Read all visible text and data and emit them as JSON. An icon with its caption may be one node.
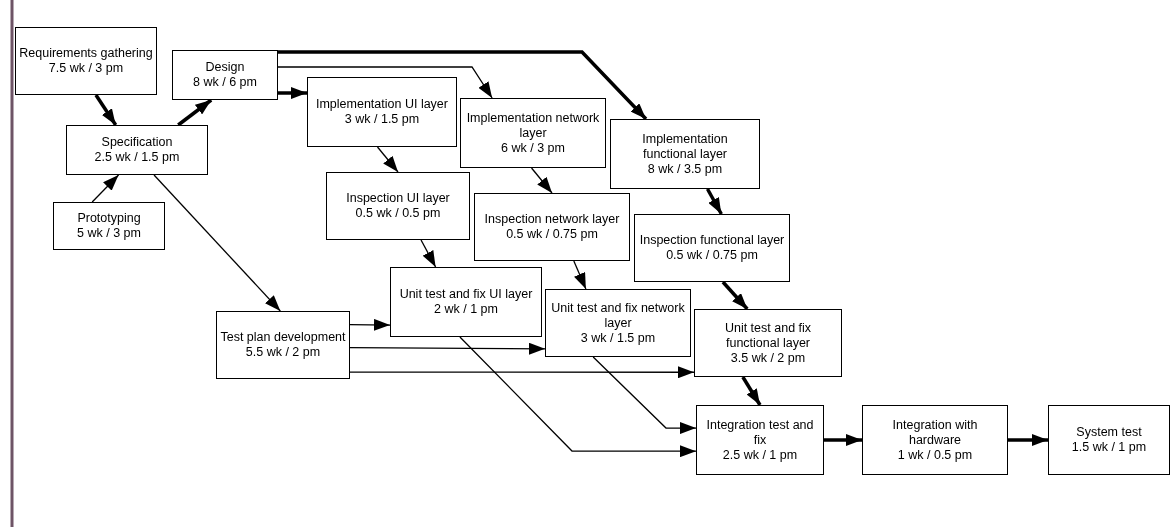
{
  "diagram": {
    "nodes": [
      {
        "text": [
          "Requirements gathering",
          "7.5 wk / 3 pm"
        ]
      },
      {
        "text": [
          "Design",
          "8 wk / 6 pm"
        ]
      },
      {
        "text": [
          "Specification",
          "2.5 wk / 1.5 pm"
        ]
      },
      {
        "text": [
          "Implementation UI layer",
          "3 wk / 1.5 pm"
        ]
      },
      {
        "text": [
          "Implementation network layer",
          "6 wk / 3 pm"
        ]
      },
      {
        "text": [
          "Implementation functional layer",
          "8 wk / 3.5 pm"
        ]
      },
      {
        "text": [
          "Prototyping",
          "5 wk / 3 pm"
        ]
      },
      {
        "text": [
          "Inspection UI layer",
          "0.5 wk / 0.5 pm"
        ]
      },
      {
        "text": [
          "Inspection network layer",
          "0.5 wk / 0.75 pm"
        ]
      },
      {
        "text": [
          "Inspection functional layer",
          "0.5 wk / 0.75 pm"
        ]
      },
      {
        "text": [
          "Unit test and fix UI layer",
          "2 wk / 1 pm"
        ]
      },
      {
        "text": [
          "Unit test and fix network layer",
          "3 wk / 1.5 pm"
        ]
      },
      {
        "text": [
          "Test plan development",
          "5.5 wk / 2 pm"
        ]
      },
      {
        "text": [
          "Unit test and fix functional layer",
          "3.5 wk / 2 pm"
        ]
      },
      {
        "text": [
          "Integration test and fix",
          "2.5 wk / 1 pm"
        ]
      },
      {
        "text": [
          "Integration with hardware",
          "1 wk / 0.5 pm"
        ]
      },
      {
        "text": [
          "System test",
          "1.5 wk / 1 pm"
        ]
      }
    ],
    "edges": [
      {
        "from": 0,
        "to": 2,
        "arrow": "to",
        "style": "thick"
      },
      {
        "from": 2,
        "to": 1,
        "arrow": "to",
        "style": "thick"
      },
      {
        "from": 1,
        "to": 3,
        "arrow": "to",
        "style": "thick"
      },
      {
        "from": 1,
        "to": 4,
        "arrow": "to"
      },
      {
        "from": 1,
        "to": 5,
        "arrow": "to",
        "style": "thick"
      },
      {
        "from": 6,
        "to": 2,
        "arrow": "to"
      },
      {
        "from": 2,
        "to": 12,
        "arrow": "to"
      },
      {
        "from": 3,
        "to": 7,
        "arrow": "to"
      },
      {
        "from": 4,
        "to": 8,
        "arrow": "to"
      },
      {
        "from": 5,
        "to": 9,
        "arrow": "to",
        "style": "thick"
      },
      {
        "from": 7,
        "to": 10,
        "arrow": "to"
      },
      {
        "from": 8,
        "to": 11,
        "arrow": "to"
      },
      {
        "from": 9,
        "to": 13,
        "arrow": "to",
        "style": "thick"
      },
      {
        "from": 12,
        "to": 10,
        "arrow": "to"
      },
      {
        "from": 12,
        "to": 11,
        "arrow": "to"
      },
      {
        "from": 12,
        "to": 13,
        "arrow": "to"
      },
      {
        "from": 10,
        "to": 14,
        "arrow": "to"
      },
      {
        "from": 11,
        "to": 14,
        "arrow": "to"
      },
      {
        "from": 13,
        "to": 14,
        "arrow": "to",
        "style": "thick"
      },
      {
        "from": 14,
        "to": 15,
        "arrow": "to",
        "style": "thick"
      },
      {
        "from": 15,
        "to": 16,
        "arrow": "to",
        "style": "thick"
      }
    ]
  }
}
